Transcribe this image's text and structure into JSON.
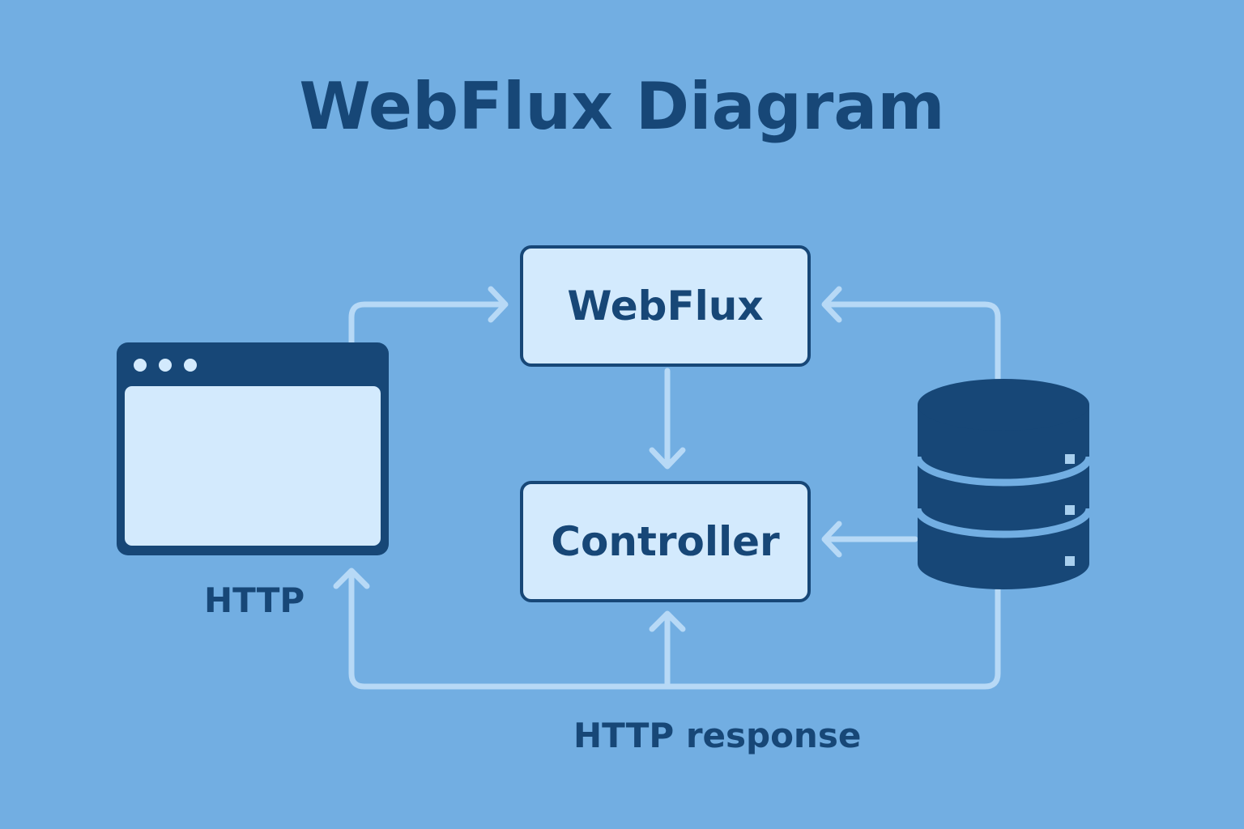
{
  "title": "WebFlux Diagram",
  "nodes": {
    "webflux": "WebFlux",
    "controller": "Controller"
  },
  "labels": {
    "http": "HTTP",
    "http_response": "HTTP response"
  },
  "icons": {
    "client": "browser-window-icon",
    "storage": "database-icon"
  },
  "colors": {
    "background": "#72aee2",
    "dark_blue": "#174777",
    "light_fill": "#d3eafd",
    "arrow": "#b7d9f6"
  }
}
